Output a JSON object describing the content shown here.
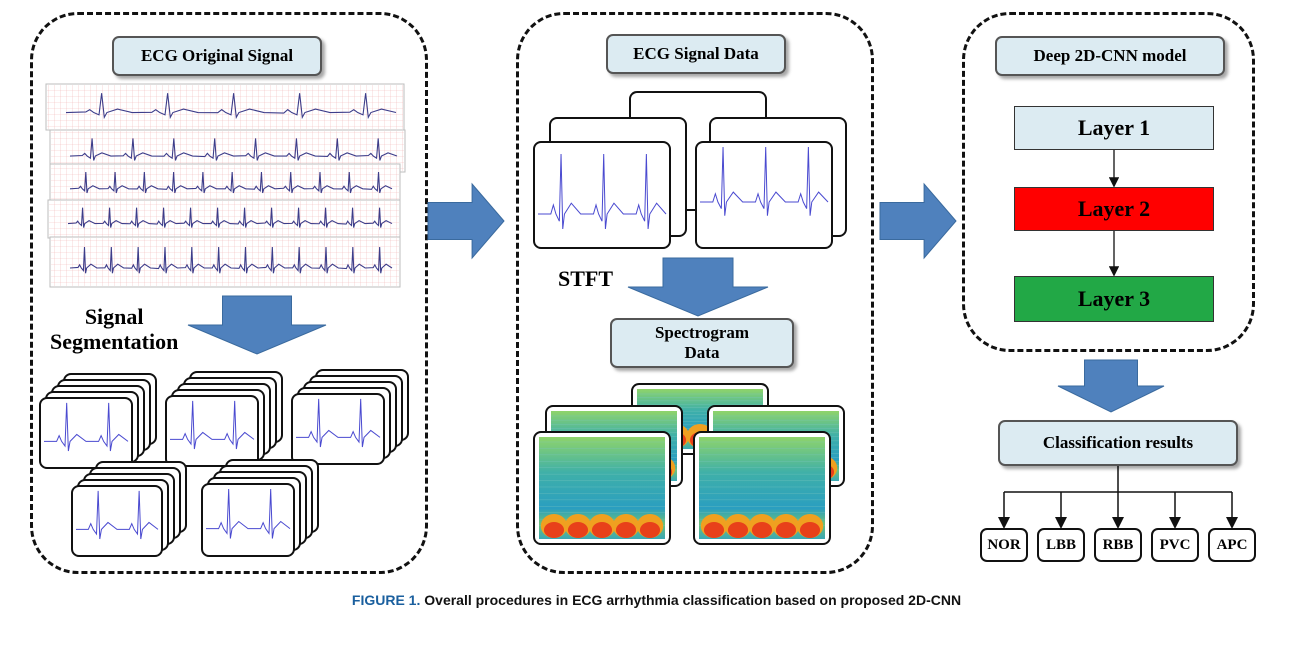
{
  "panels": {
    "original": {
      "title": "ECG  Original Signal",
      "segmentation_label": "Signal\nSegmentation"
    },
    "signal": {
      "title": "ECG  Signal Data",
      "stft_label": "STFT",
      "spectrogram_label": "Spectrogram\nData"
    },
    "cnn": {
      "title": "Deep 2D-CNN model",
      "layers": [
        "Layer 1",
        "Layer 2",
        "Layer 3"
      ]
    }
  },
  "classification": {
    "title": "Classification results",
    "classes": [
      "NOR",
      "LBB",
      "RBB",
      "PVC",
      "APC"
    ]
  },
  "caption": {
    "figure": "FIGURE 1.",
    "text": " Overall procedures in ECG arrhythmia classification based on proposed 2D-CNN"
  },
  "colors": {
    "label_bg": "#dcebf2",
    "arrow": "#4f81bd",
    "layer1": "#dcebf2",
    "layer2": "#ff0000",
    "layer3": "#22a846",
    "caption_figure": "#1a5f9e"
  }
}
